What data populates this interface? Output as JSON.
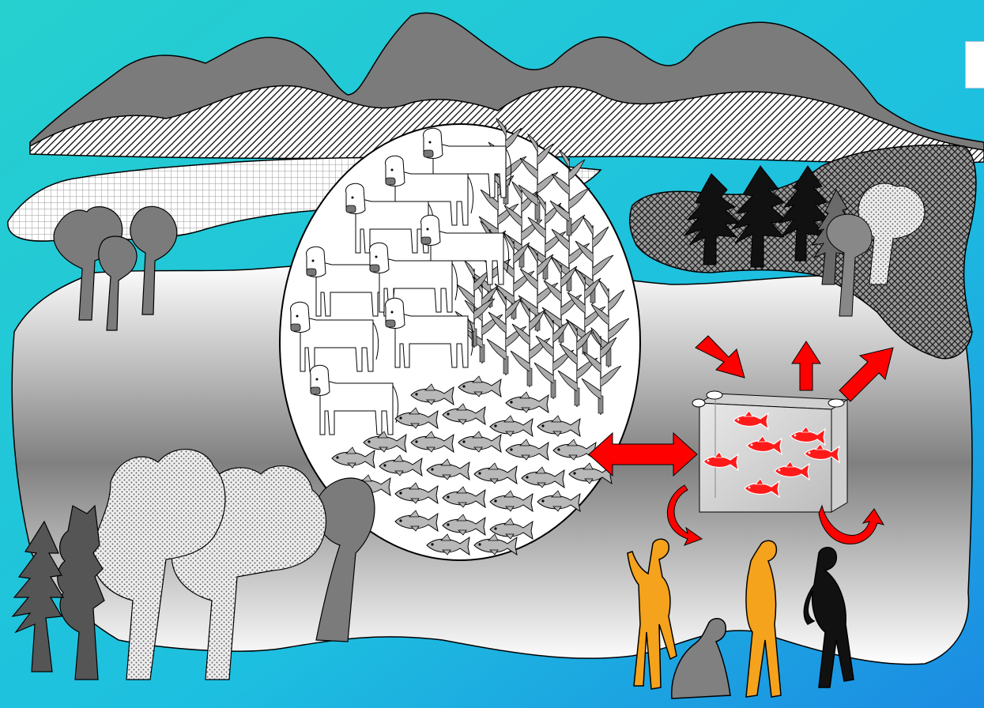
{
  "slide": {
    "title_fragment": "",
    "colors": {
      "sky_top": "#22c9d6",
      "sky_bottom": "#1f8fe0",
      "mountain": "#7a7a7a",
      "land_light": "#f0f0f0",
      "land_dark": "#8a8a8a",
      "arrow": "#ff0000",
      "fish_in_tank": "#ff1a1a",
      "person_orange": "#f5a21c",
      "person_grey": "#808080",
      "person_black": "#111111"
    }
  },
  "scene": {
    "elements": [
      "mountain-range",
      "hatched-ridge",
      "gridded-field",
      "left-plateau-trees",
      "right-forest-area",
      "central-circle",
      "cattle-herd",
      "maize-field",
      "fish-school",
      "aquaculture-tank",
      "red-arrows",
      "people-group",
      "foreground-trees"
    ]
  }
}
